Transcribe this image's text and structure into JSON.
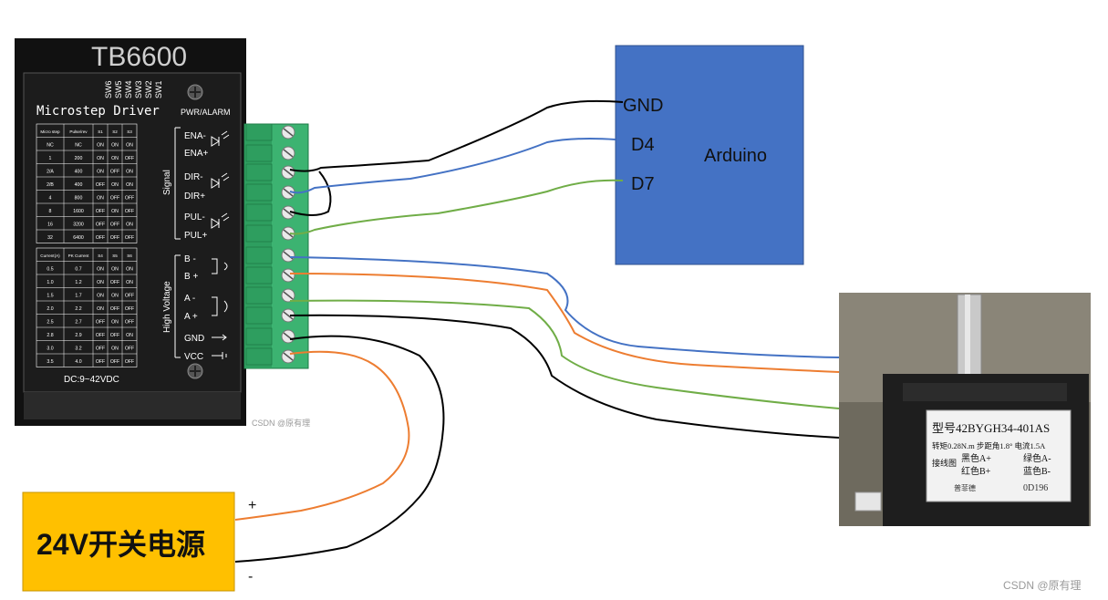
{
  "driver": {
    "partial_model": "TB6600",
    "title": "Microstep Driver",
    "pwr_label": "PWR/ALARM",
    "switch_labels": [
      "SW6",
      "SW5",
      "SW4",
      "SW3",
      "SW2",
      "SW1"
    ],
    "signal_label": "Signal",
    "high_voltage_label": "High Voltage",
    "dc_label": "DC:9~42VDC",
    "terminals": [
      "ENA-",
      "ENA+",
      "DIR-",
      "DIR+",
      "PUL-",
      "PUL+",
      "B -",
      "B +",
      "A -",
      "A +",
      "GND",
      "VCC"
    ],
    "micro_table": {
      "headers": [
        "Micro step",
        "Pulse/rev",
        "S1",
        "S2",
        "S3"
      ],
      "rows": [
        [
          "NC",
          "NC",
          "ON",
          "ON",
          "ON"
        ],
        [
          "1",
          "200",
          "ON",
          "ON",
          "OFF"
        ],
        [
          "2/A",
          "400",
          "ON",
          "OFF",
          "ON"
        ],
        [
          "2/B",
          "400",
          "OFF",
          "ON",
          "ON"
        ],
        [
          "4",
          "800",
          "ON",
          "OFF",
          "OFF"
        ],
        [
          "8",
          "1600",
          "OFF",
          "ON",
          "OFF"
        ],
        [
          "16",
          "3200",
          "OFF",
          "OFF",
          "ON"
        ],
        [
          "32",
          "6400",
          "OFF",
          "OFF",
          "OFF"
        ]
      ]
    },
    "current_table": {
      "headers": [
        "Current(A)",
        "PK Current",
        "S4",
        "S5",
        "S6"
      ],
      "rows": [
        [
          "0.5",
          "0.7",
          "ON",
          "ON",
          "ON"
        ],
        [
          "1.0",
          "1.2",
          "ON",
          "OFF",
          "ON"
        ],
        [
          "1.5",
          "1.7",
          "ON",
          "ON",
          "OFF"
        ],
        [
          "2.0",
          "2.2",
          "ON",
          "OFF",
          "OFF"
        ],
        [
          "2.5",
          "2.7",
          "OFF",
          "ON",
          "OFF"
        ],
        [
          "2.8",
          "2.9",
          "OFF",
          "OFF",
          "ON"
        ],
        [
          "3.0",
          "3.2",
          "OFF",
          "ON",
          "OFF"
        ],
        [
          "3.5",
          "4.0",
          "OFF",
          "OFF",
          "OFF"
        ]
      ]
    }
  },
  "arduino": {
    "title": "Arduino",
    "pins": [
      "GND",
      "D4",
      "D7"
    ],
    "color": "#4472C4"
  },
  "psu": {
    "title": "24V开关电源",
    "plus": "+",
    "minus": "-",
    "color": "#FFC000"
  },
  "motor": {
    "model_line": "型号42BYGH34-401AS",
    "spec_line": "转矩0.28N.m 步距角1.8° 电流1.5A",
    "wiring_label": "接线图",
    "wiring_left": [
      "黑色A+",
      "红色B+"
    ],
    "wiring_right": [
      "绿色A-",
      "蓝色B-"
    ],
    "brand": "普菲德",
    "code": "0D196"
  },
  "watermarks": {
    "center": "CSDN @原有理",
    "corner": "CSDN @原有理"
  },
  "colors": {
    "wire_black": "#000000",
    "wire_blue": "#4472C4",
    "wire_green": "#70AD47",
    "wire_orange": "#ED7D31",
    "terminal_green": "#3CB371",
    "driver_body": "#1a1a1a"
  }
}
